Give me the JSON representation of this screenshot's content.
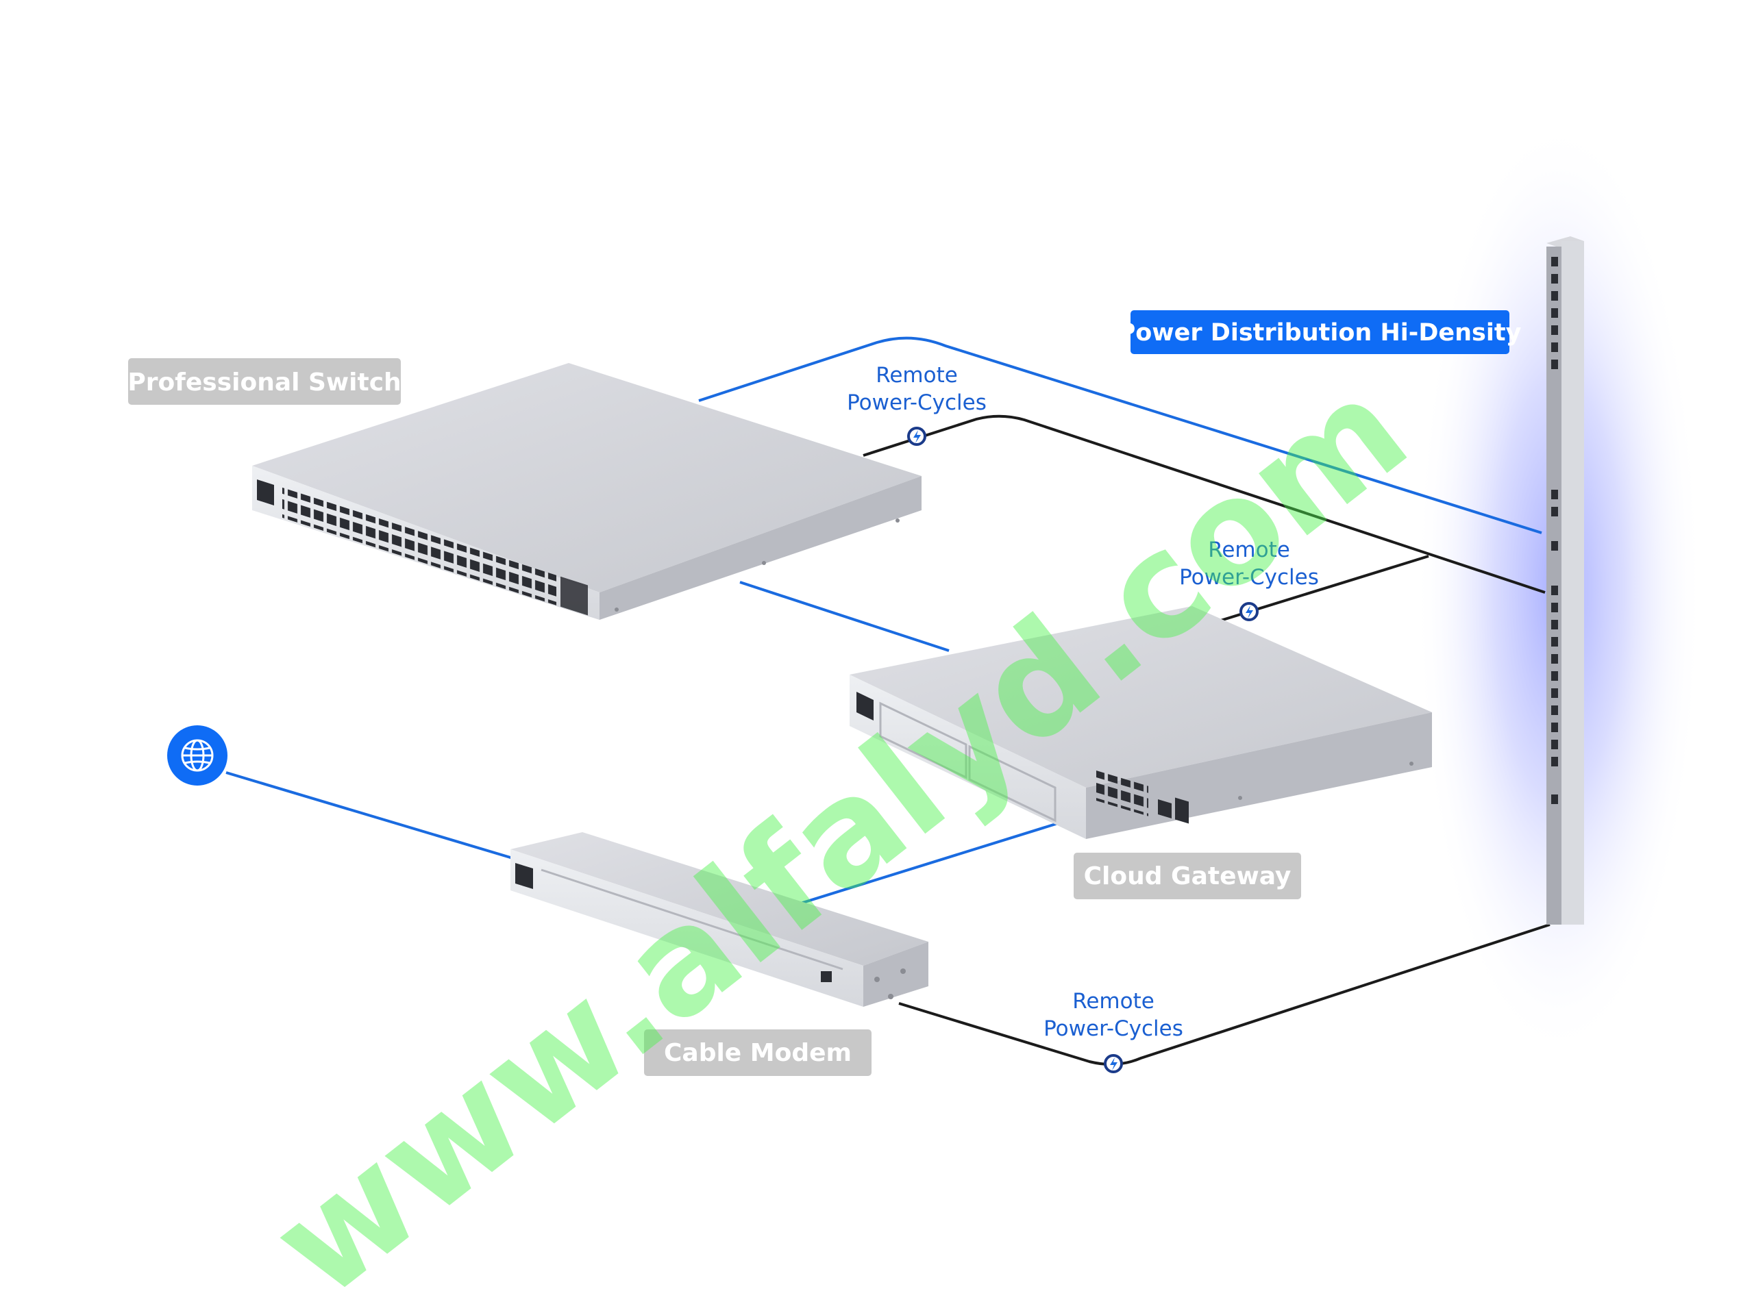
{
  "diagram": {
    "colors": {
      "link_blue": "#1a6be0",
      "power_line": "#1b1b1b",
      "tag_blue": "#0f6cf5",
      "tag_grey": "#c8c8c8",
      "device_top": "#d3d5db",
      "device_front": "#e7e8ec",
      "device_side": "#b9bbc2",
      "pdu_glow": "#5f6cff",
      "watermark": "#4cf24c"
    },
    "labels": {
      "professional_switch": "Professional Switch",
      "cloud_gateway": "Cloud Gateway",
      "cable_modem": "Cable Modem",
      "pdu": "Power Distribution Hi-Density"
    },
    "annotations": [
      {
        "id": "switch-power-cycle",
        "line1": "Remote",
        "line2": "Power-Cycles"
      },
      {
        "id": "gateway-power-cycle",
        "line1": "Remote",
        "line2": "Power-Cycles"
      },
      {
        "id": "modem-power-cycle",
        "line1": "Remote",
        "line2": "Power-Cycles"
      }
    ],
    "icons": {
      "internet": "globe-icon",
      "power_cycle": "power-bolt-icon"
    },
    "watermark": "www.alfalyd.com"
  }
}
